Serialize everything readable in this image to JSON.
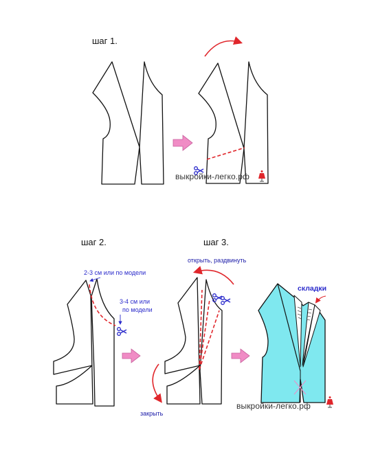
{
  "steps": {
    "step1": "шаг 1.",
    "step2": "шаг 2.",
    "step3": "шаг 3."
  },
  "annotations": {
    "shoulder_offset": "2-3 см или по модели",
    "neck_offset_line1": "3-4 см или",
    "neck_offset_line2": "по модели",
    "open_spread": "открыть, раздвинуть",
    "close": "закрыть",
    "folds": "складки"
  },
  "watermark": {
    "text_top": "выкройки-легко.рф",
    "text_bottom": "выкройки-легко.рф"
  },
  "icons": [
    "scissors-icon",
    "dress-form-icon",
    "arrow-right-pink-icon",
    "curved-arrow-red-icon"
  ],
  "colors": {
    "outline": "#111111",
    "cut_line": "#e0262b",
    "arrow_fill": "#f08cc5",
    "annotation": "#2a2acb",
    "fabric": "#7fe8ef"
  }
}
